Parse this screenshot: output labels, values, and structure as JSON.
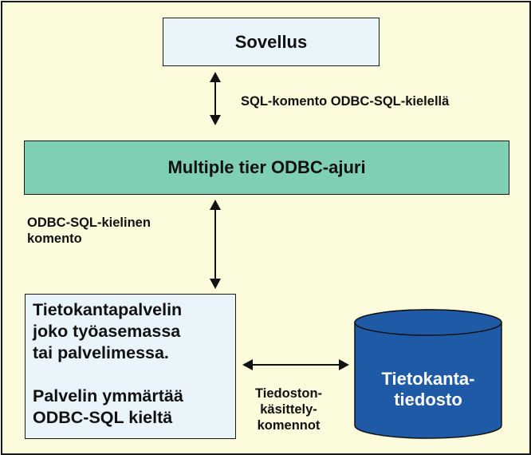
{
  "diagram": {
    "app_box": {
      "label": "Sovellus"
    },
    "driver_box": {
      "label": "Multiple tier ODBC-ajuri"
    },
    "server_box": {
      "lines": [
        "Tietokantapalvelin",
        "joko työasemassa",
        "tai palvelimessa."
      ],
      "lines2": [
        "Palvelin ymmärtää",
        "ODBC-SQL kieltä"
      ]
    },
    "database": {
      "lines": [
        "Tietokanta-",
        "tiedosto"
      ]
    },
    "edges": {
      "app_driver": {
        "label": "SQL-komento ODBC-SQL-kielellä"
      },
      "driver_server": {
        "lines": [
          "ODBC-SQL-kielinen",
          "komento"
        ]
      },
      "server_database": {
        "lines": [
          "Tiedoston-",
          "käsittely-",
          "komennot"
        ]
      }
    },
    "colors": {
      "background": "#fcfbdc",
      "light_box": "#eaf4fb",
      "driver_box": "#7fcfb4",
      "database": "#1e5aa6"
    }
  }
}
